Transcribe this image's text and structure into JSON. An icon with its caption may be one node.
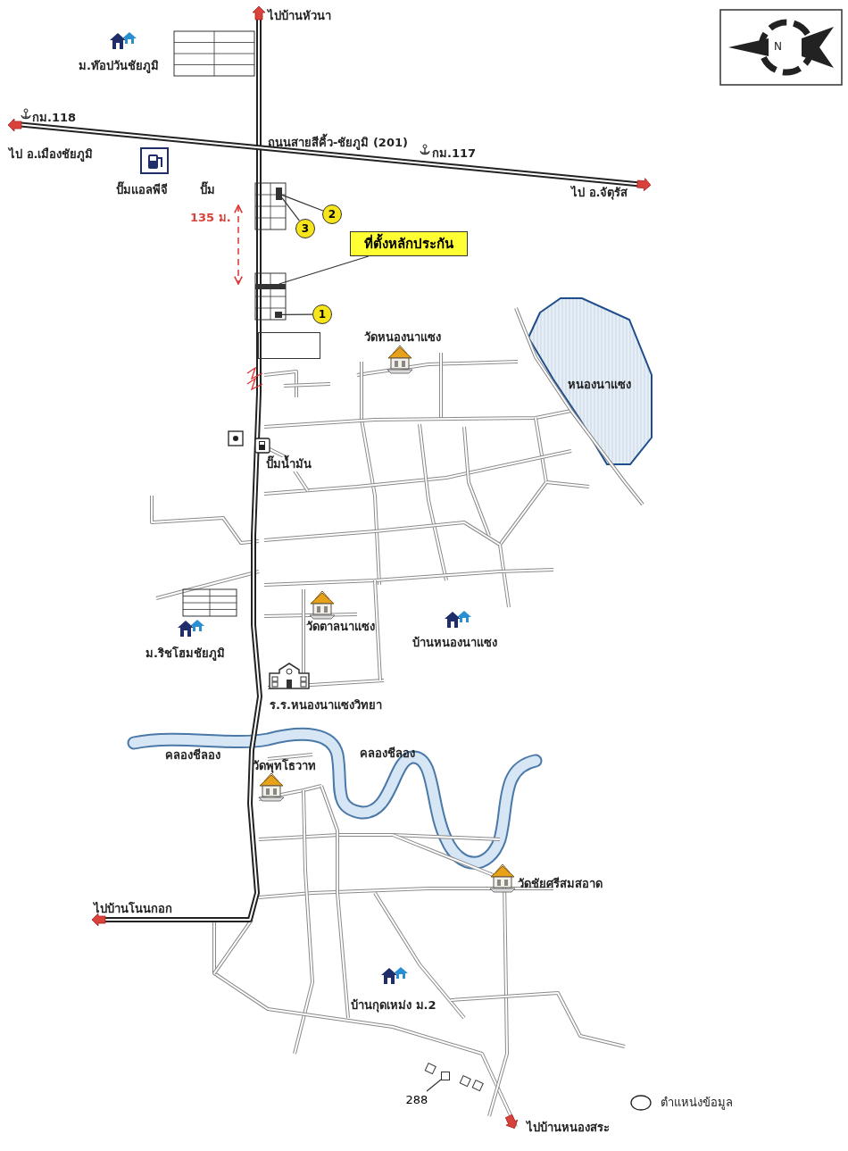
{
  "diagram": {
    "nodes": [
      {
        "text": [],
        "shape": "box"
      },
      {
        "text": [
          "2"
        ]
      },
      {
        "text": [
          "3"
        ]
      },
      {
        "text": [
          "ที่ตั้งหลักประกัน"
        ]
      },
      {
        "text": [],
        "shape": "box"
      },
      {
        "text": [],
        "shape": "box"
      },
      {
        "text": [
          "1"
        ]
      },
      {
        "text": [],
        "shape": "box"
      },
      {
        "text": [
          "288"
        ]
      },
      {
        "text": [],
        "shape": "box"
      }
    ],
    "edges": [
      {
        "from": 1,
        "to": 0,
        "arrow": "none"
      },
      {
        "from": 2,
        "to": 0,
        "arrow": "none"
      },
      {
        "from": 3,
        "to": 4,
        "arrow": "none"
      },
      {
        "from": 6,
        "to": 5,
        "arrow": "none"
      },
      {
        "from": 8,
        "to": 9,
        "arrow": "none"
      }
    ],
    "labels": [
      "ไปบ้านหัวนา",
      "ม.ท๊อปวันชัยภูมิ",
      "กม.118",
      "ไป อ.เมืองชัยภูมิ",
      "ถนนสายสีคิ้ว-ชัยภูมิ (201)",
      "กม.117",
      "ปั๊มแอลพีจี",
      "ปั๊ม",
      "135 ม.",
      "ไป อ.จัตุรัส",
      "วัดหนองนาแซง",
      "หนองนาแซง",
      "ปั๊มน้ำมัน",
      "วัดตาลนาแซง",
      "บ้านหนองนาแซง",
      "ม.ริชโฮมชัยภูมิ",
      "ร.ร.หนองนาแซงวิทยา",
      "คลองชีลอง",
      "คลองชีลอง",
      "วัดพุทโธวาท",
      "วัดชัยศรีสมสอาด",
      "ไปบ้านโนนกอก",
      "บ้านกุดเหม่ง ม.2",
      "ไปบ้านหนองสระ",
      "N"
    ],
    "legend": [
      {
        "text": "ตำแหน่งข้อมูล"
      }
    ]
  }
}
